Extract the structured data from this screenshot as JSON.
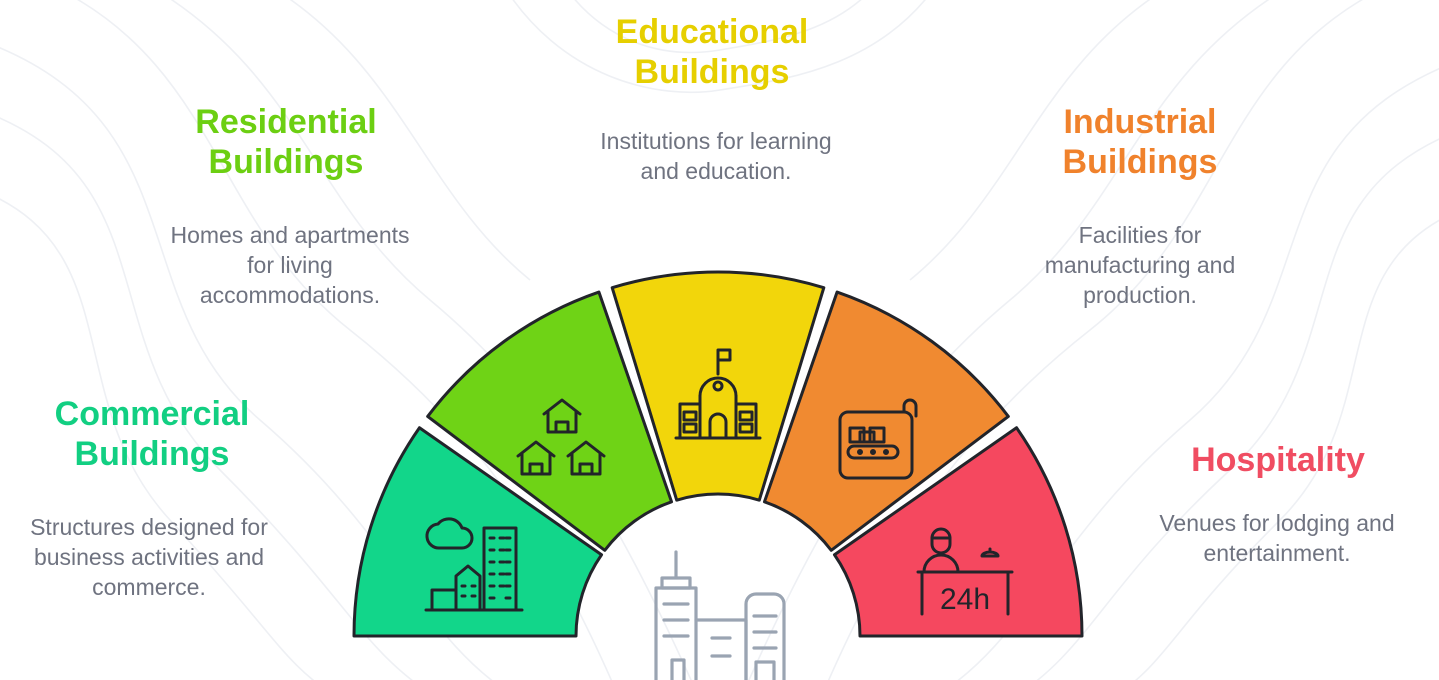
{
  "segments": [
    {
      "id": "commercial",
      "title": [
        "Commercial",
        "Buildings"
      ],
      "description": [
        "Structures designed for",
        "business activities and",
        "commerce."
      ],
      "color": "#12d68a",
      "icon": "city-buildings-with-cloud-icon"
    },
    {
      "id": "residential",
      "title": [
        "Residential",
        "Buildings"
      ],
      "description": [
        "Homes and apartments",
        "for living",
        "accommodations."
      ],
      "color": "#6fd316",
      "icon": "houses-icon"
    },
    {
      "id": "educational",
      "title": [
        "Educational",
        "Buildings"
      ],
      "description": [
        "Institutions for learning",
        "and education."
      ],
      "color": "#f2d60b",
      "icon": "school-building-icon"
    },
    {
      "id": "industrial",
      "title": [
        "Industrial",
        "Buildings"
      ],
      "description": [
        "Facilities for",
        "manufacturing and",
        "production."
      ],
      "color": "#f08a31",
      "icon": "conveyor-belt-icon"
    },
    {
      "id": "hospitality",
      "title": [
        "Hospitality"
      ],
      "description": [
        "Venues for lodging and",
        "entertainment."
      ],
      "color": "#f5485f",
      "icon": "reception-24h-icon",
      "icon_text": "24h"
    }
  ],
  "center_icon": "skyscrapers-icon",
  "title_colors": {
    "commercial": "#12cf82",
    "residential": "#6ccf12",
    "educational": "#e6cf00",
    "industrial": "#f0822c",
    "hospitality": "#f04d62"
  }
}
